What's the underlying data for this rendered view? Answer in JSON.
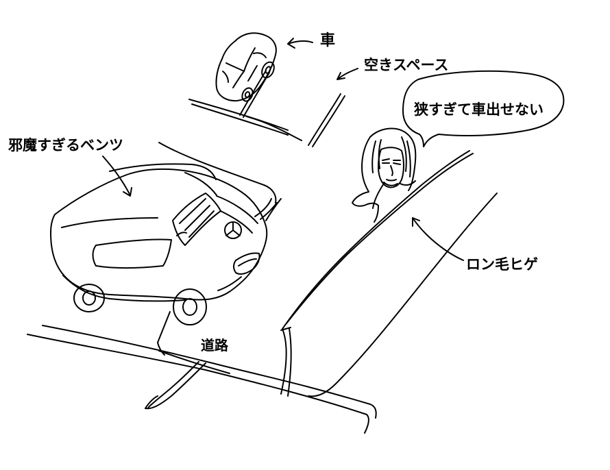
{
  "labels": {
    "car": "車",
    "empty_space": "空きスペース",
    "benz": "邪魔すぎるベンツ",
    "long_hair_beard": "ロン毛ヒゲ",
    "road": "道路"
  },
  "speech_bubble": {
    "text": "狭すぎて車出せない"
  },
  "colors": {
    "ink": "#000000",
    "paper": "#ffffff"
  }
}
